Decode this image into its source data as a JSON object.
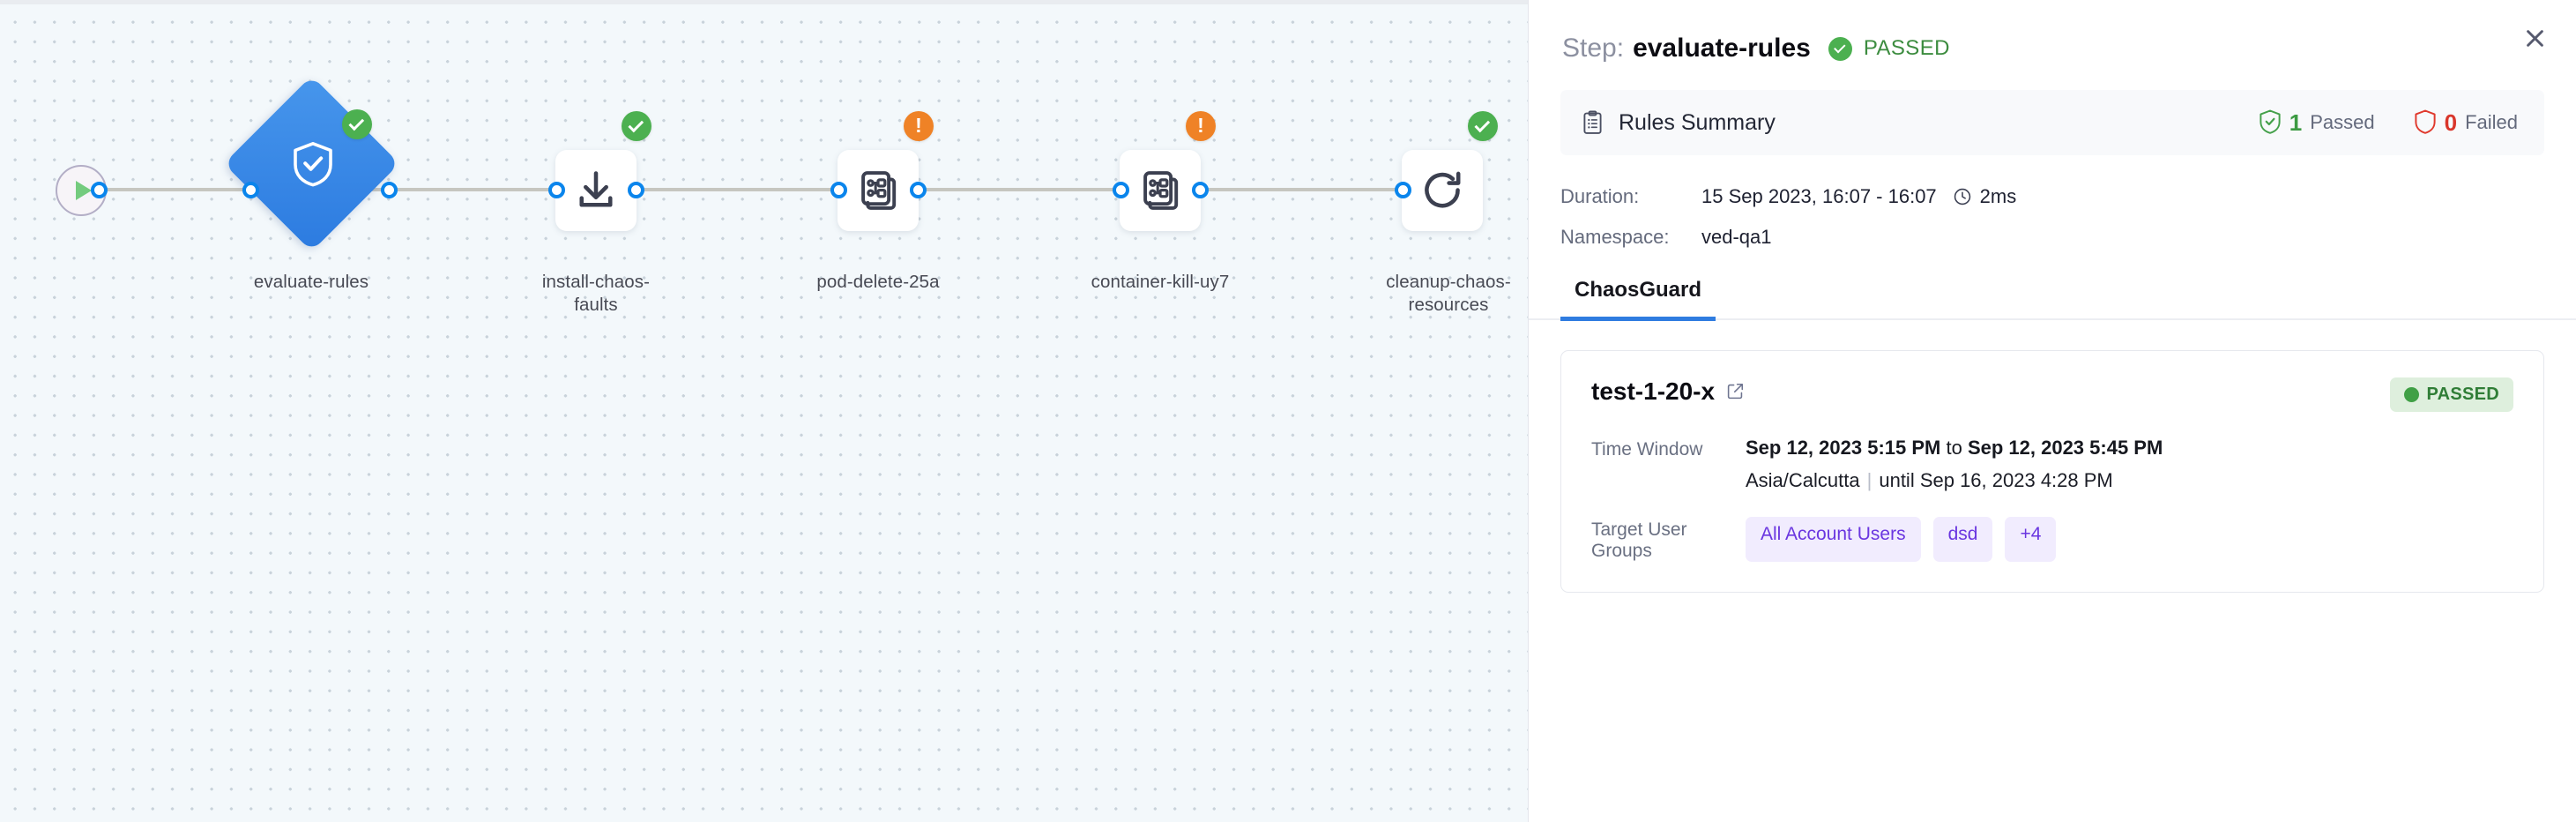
{
  "canvas": {
    "start_node": {
      "icon": "play-icon"
    },
    "nodes": [
      {
        "label": "evaluate-rules",
        "icon": "shield-check-icon",
        "status": "ok",
        "shape": "diamond"
      },
      {
        "label": "install-chaos-\nfaults",
        "icon": "download-icon",
        "status": "ok",
        "shape": "square"
      },
      {
        "label": "pod-delete-25a",
        "icon": "chaos-fault-icon",
        "status": "warn",
        "shape": "square"
      },
      {
        "label": "container-kill-uy7",
        "icon": "chaos-fault-icon",
        "status": "warn",
        "shape": "square"
      },
      {
        "label": "cleanup-chaos-\nresources",
        "icon": "refresh-icon",
        "status": "ok",
        "shape": "square"
      }
    ],
    "node_labels": {
      "n0": "evaluate-rules",
      "n1_line1": "install-chaos-",
      "n1_line2": "faults",
      "n2": "pod-delete-25a",
      "n3": "container-kill-uy7",
      "n4_line1": "cleanup-chaos-",
      "n4_line2": "resources"
    }
  },
  "panel": {
    "header": {
      "step_prefix": "Step:",
      "step_name": "evaluate-rules",
      "status_text": "PASSED",
      "status_icon": "check-circle-icon",
      "close_icon": "close-icon"
    },
    "rules_summary": {
      "icon": "clipboard-icon",
      "title": "Rules Summary",
      "passed_count": "1",
      "passed_label": "Passed",
      "failed_count": "0",
      "failed_label": "Failed"
    },
    "meta": {
      "duration_label": "Duration:",
      "duration_value": "15 Sep 2023, 16:07 - 16:07",
      "duration_elapsed": "2ms",
      "clock_icon": "clock-icon",
      "namespace_label": "Namespace:",
      "namespace_value": "ved-qa1"
    },
    "tabs": [
      {
        "label": "ChaosGuard",
        "active": true
      }
    ],
    "guard_card": {
      "title": "test-1-20-x",
      "external_link_icon": "external-link-icon",
      "status_badge": "PASSED",
      "time_window_label": "Time Window",
      "time_window_start": "Sep 12, 2023 5:15 PM",
      "time_window_join": " to ",
      "time_window_end": "Sep 12, 2023 5:45 PM",
      "timezone": "Asia/Calcutta",
      "until_text": "until Sep 16, 2023 4:28 PM",
      "target_groups_label": "Target User Groups",
      "target_groups": [
        "All Account Users",
        "dsd",
        "+4"
      ]
    }
  },
  "colors": {
    "accent_blue": "#2f7ce0",
    "node_blue": "#2c7be0",
    "pass_green": "#4cb050",
    "warn_orange": "#ef8226",
    "fail_red": "#d9362b",
    "chip_purple": "#6a36e0",
    "canvas_bg": "#f3f8fb"
  }
}
